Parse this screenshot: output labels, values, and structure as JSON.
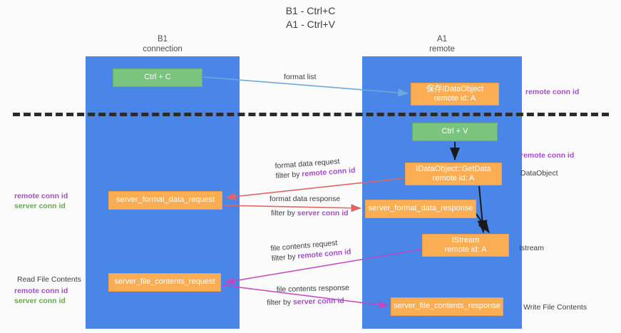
{
  "title": {
    "line1": "B1 - Ctrl+C",
    "line2": "A1 - Ctrl+V"
  },
  "lanes": [
    {
      "name": "B1",
      "sub": "connection",
      "color": "#4a86e8"
    },
    {
      "name": "A1",
      "sub": "remote",
      "color": "#4a86e8"
    }
  ],
  "boxes": {
    "ctrl_c": {
      "line1": "Ctrl + C",
      "color": "#7bc47f"
    },
    "idataobject_save": {
      "line1": "保存IDataObject",
      "line2": "remote id: A",
      "color": "#fbad54"
    },
    "ctrl_v": {
      "line1": "Ctrl + V",
      "color": "#7bc47f"
    },
    "getdata": {
      "line1": "IDataObject::GetData",
      "line2": "remote id: A",
      "color": "#fbad54"
    },
    "server_format_data_request": {
      "line1": "server_format_data_request",
      "color": "#fbad54"
    },
    "server_format_data_response": {
      "line1": "server_format_data_response",
      "color": "#fbad54"
    },
    "istream": {
      "line1": "IStream",
      "line2": "remote id: A",
      "color": "#fbad54"
    },
    "server_file_contents_request": {
      "line1": "server_file_contents_request",
      "color": "#fbad54"
    },
    "server_file_contents_response": {
      "line1": "server_file_contents_response",
      "color": "#fbad54"
    }
  },
  "edge_labels": {
    "format_list": "format list",
    "format_data_request": "format data request",
    "format_data_response": "format data response",
    "file_contents_request": "file contents request",
    "file_contents_response": "file contents response",
    "filter_by": "filter by ",
    "remote_conn_id": "remote conn id",
    "server_conn_id": "server conn id"
  },
  "side_labels": {
    "remote_conn_id_top": "remote conn id",
    "remote_conn_id_mid": "remote conn id",
    "dataobject": "DataObject",
    "istream": "Istream",
    "write_file_contents": "Write File Contents",
    "read_file_contents": "Read File Contents",
    "remote_conn_id": "remote conn id",
    "server_conn_id": "server conn id"
  },
  "colors": {
    "lane": "#4a86e8",
    "green_box": "#7bc47f",
    "orange_box": "#fbad54",
    "purple_text": "#a44ec9",
    "green_text": "#6aa84f",
    "arrow_blue": "#6fa8dc",
    "arrow_red": "#e06666",
    "arrow_magenta": "#c444c4",
    "arrow_black": "#1a1a1a",
    "divider": "#2b2b2b"
  }
}
